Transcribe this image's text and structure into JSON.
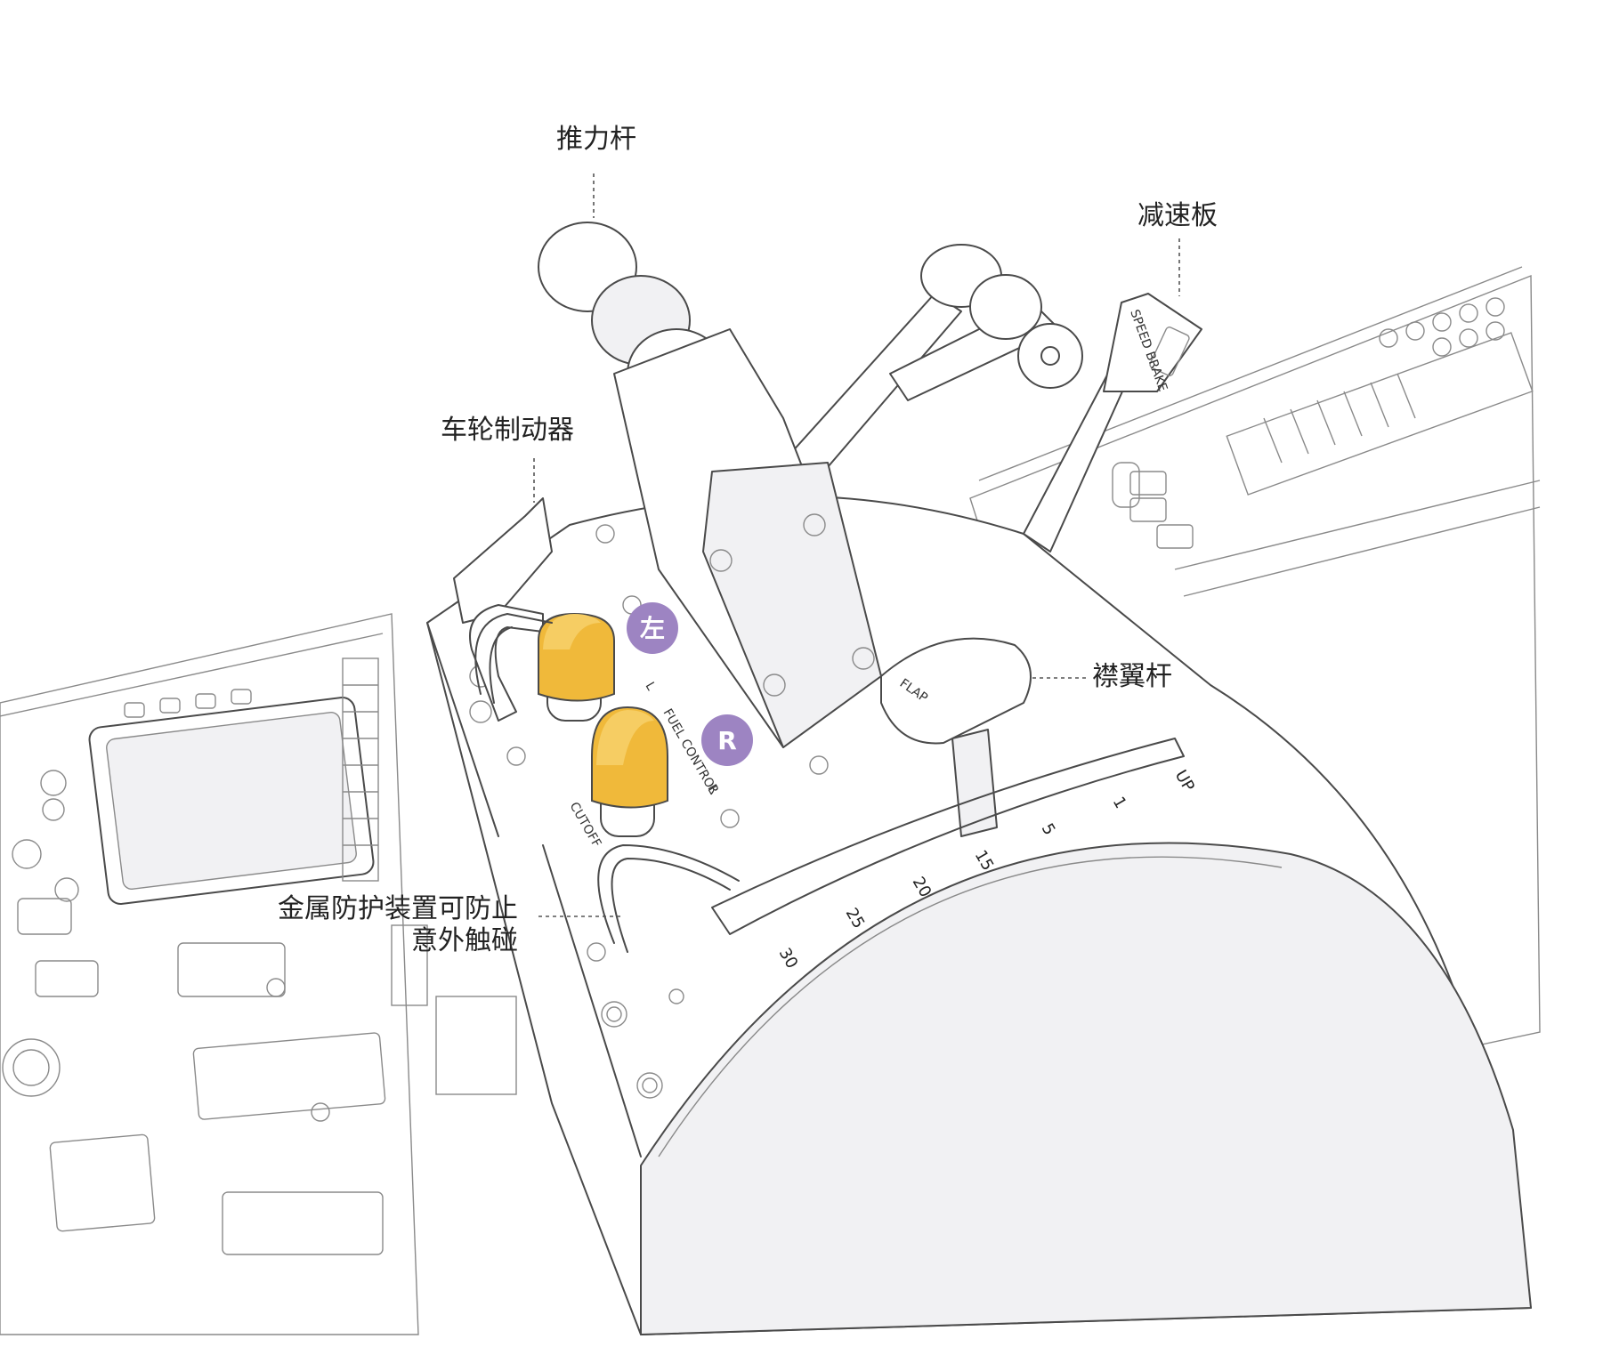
{
  "callouts": {
    "thrust_lever": "推力杆",
    "speed_brake": "减速板",
    "wheel_brake": "车轮制动器",
    "flap_lever": "襟翼杆",
    "guard_line1": "金属防护装置可防止",
    "guard_line2": "意外触碰"
  },
  "badges": {
    "left": "左",
    "right": "R"
  },
  "panel_text": {
    "fuel_control": "FUEL CONTROL",
    "left_mark": "L",
    "right_mark": "R",
    "cutoff": "CUTOFF",
    "flap": "FLAP",
    "speed_brake_plate": "SPEED BRAKE"
  },
  "flap_scale": [
    "UP",
    "1",
    "5",
    "15",
    "20",
    "25",
    "30"
  ],
  "colors": {
    "badge_purple": "#9d84c2",
    "fuel_knob_yellow": "#f0b93a",
    "sketch_line": "#4a4a4a"
  }
}
